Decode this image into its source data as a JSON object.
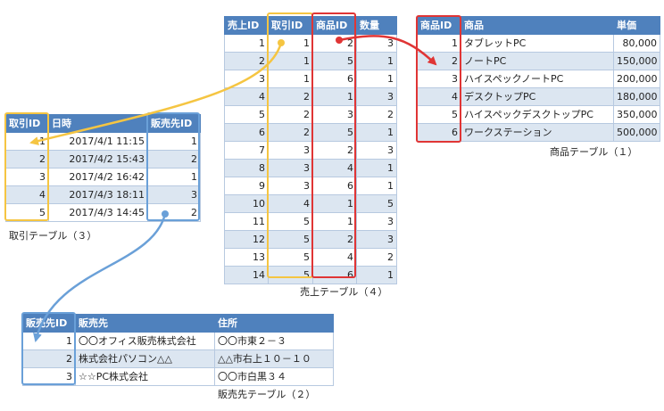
{
  "products": {
    "caption": "商品テーブル（１）",
    "headers": [
      "商品ID",
      "商品",
      "単価"
    ],
    "rows": [
      [
        "1",
        "タブレットPC",
        "80,000"
      ],
      [
        "2",
        "ノートPC",
        "150,000"
      ],
      [
        "3",
        "ハイスペックノートPC",
        "200,000"
      ],
      [
        "4",
        "デスクトップPC",
        "180,000"
      ],
      [
        "5",
        "ハイスペックデスクトップPC",
        "350,000"
      ],
      [
        "6",
        "ワークステーション",
        "500,000"
      ]
    ]
  },
  "sales": {
    "caption": "売上テーブル（４）",
    "headers": [
      "売上ID",
      "取引ID",
      "商品ID",
      "数量"
    ],
    "rows": [
      [
        "1",
        "1",
        "2",
        "3"
      ],
      [
        "2",
        "1",
        "5",
        "1"
      ],
      [
        "3",
        "1",
        "6",
        "1"
      ],
      [
        "4",
        "2",
        "1",
        "3"
      ],
      [
        "5",
        "2",
        "3",
        "2"
      ],
      [
        "6",
        "2",
        "5",
        "1"
      ],
      [
        "7",
        "3",
        "2",
        "3"
      ],
      [
        "8",
        "3",
        "4",
        "1"
      ],
      [
        "9",
        "3",
        "6",
        "1"
      ],
      [
        "10",
        "4",
        "1",
        "5"
      ],
      [
        "11",
        "5",
        "1",
        "3"
      ],
      [
        "12",
        "5",
        "2",
        "3"
      ],
      [
        "13",
        "5",
        "4",
        "2"
      ],
      [
        "14",
        "5",
        "6",
        "1"
      ]
    ]
  },
  "transactions": {
    "caption": "取引テーブル（３）",
    "headers": [
      "取引ID",
      "日時",
      "販売先ID"
    ],
    "rows": [
      [
        "1",
        "2017/4/1 11:15",
        "1"
      ],
      [
        "2",
        "2017/4/2 15:43",
        "2"
      ],
      [
        "3",
        "2017/4/2 16:42",
        "1"
      ],
      [
        "4",
        "2017/4/3 18:11",
        "3"
      ],
      [
        "5",
        "2017/4/3 14:45",
        "2"
      ]
    ]
  },
  "customers": {
    "caption": "販売先テーブル（２）",
    "headers": [
      "販売先ID",
      "販売先",
      "住所"
    ],
    "rows": [
      [
        "1",
        "〇〇オフィス販売株式会社",
        "〇〇市東２－３"
      ],
      [
        "2",
        "株式会社パソコン△△",
        "△△市右上１０－１０"
      ],
      [
        "3",
        "☆☆PC株式会社",
        "〇〇市白黒３４"
      ]
    ]
  },
  "colors": {
    "header": "#4f81bd",
    "band": "#dce6f1",
    "yellow": "#f5c542",
    "red": "#e03535",
    "blue": "#6aa0d8"
  }
}
